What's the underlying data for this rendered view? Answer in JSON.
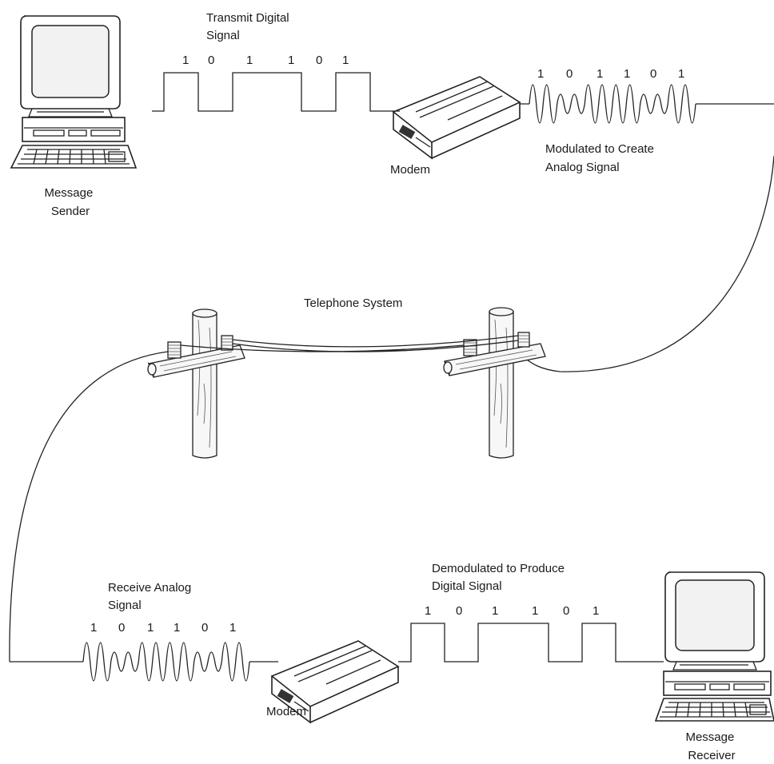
{
  "labels": {
    "transmit_digital": [
      "Transmit Digital",
      "Signal"
    ],
    "modem_top": "Modem",
    "modulated": [
      "Modulated to Create",
      "Analog Signal"
    ],
    "message_sender": [
      "Message",
      "Sender"
    ],
    "telephone_system": "Telephone System",
    "receive_analog": [
      "Receive Analog",
      "Signal"
    ],
    "demodulated": [
      "Demodulated to Produce",
      "Digital Signal"
    ],
    "modem_bottom": "Modem",
    "message_receiver": [
      "Message",
      "Receiver"
    ]
  },
  "bits": [
    "1",
    "0",
    "1",
    "1",
    "0",
    "1"
  ]
}
